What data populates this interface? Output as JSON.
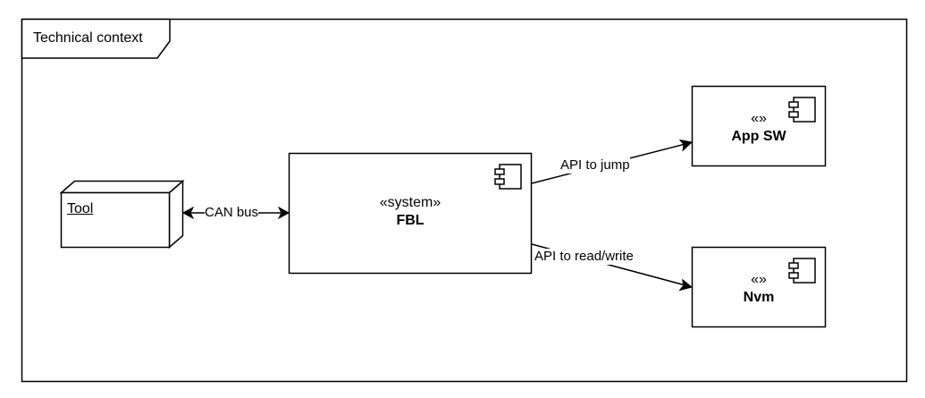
{
  "frame": {
    "title": "Technical context"
  },
  "nodes": {
    "tool": {
      "name": "Tool"
    },
    "fbl": {
      "stereotype": "«system»",
      "name": "FBL"
    },
    "app_sw": {
      "stereotype": "«»",
      "name": "App SW"
    },
    "nvm": {
      "stereotype": "«»",
      "name": "Nvm"
    }
  },
  "edges": {
    "can_bus": {
      "label": "CAN bus"
    },
    "api_jump": {
      "label": "API to jump"
    },
    "api_rw": {
      "label": "API to read/write"
    }
  },
  "icons": {
    "component": "component-icon",
    "node": "node-3d-box"
  }
}
